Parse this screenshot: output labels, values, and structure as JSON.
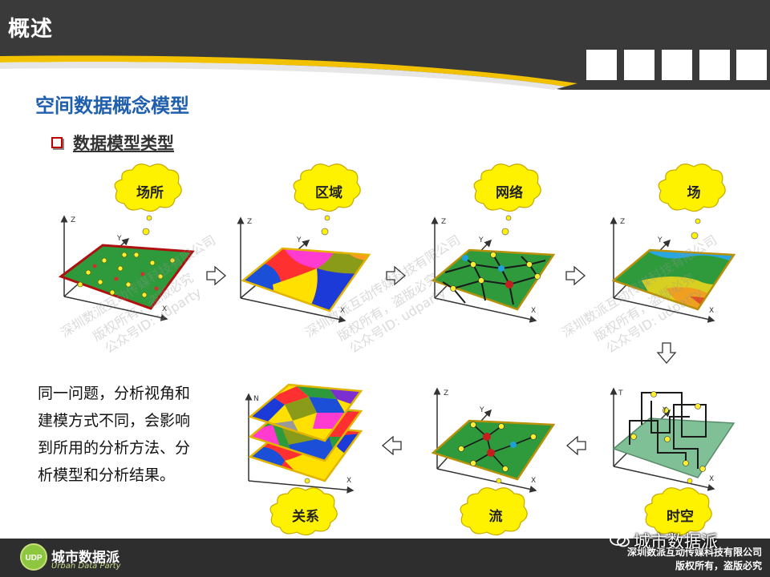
{
  "header": {
    "title": "概述"
  },
  "section": {
    "title": "空间数据概念模型",
    "subtitle": "数据模型类型"
  },
  "models": {
    "place": "场所",
    "region": "区域",
    "network": "网络",
    "field": "场",
    "spacetime": "时空",
    "flow": "流",
    "relation": "关系"
  },
  "axes": {
    "x": "X",
    "y": "Y",
    "z": "Z",
    "t": "T",
    "n": "N"
  },
  "paragraph": {
    "lines": [
      "同一问题，分析视角和",
      "建模方式不同，会影响",
      "到所用的分析方法、分",
      "析模型和分析结果。"
    ]
  },
  "watermark": {
    "line1": "深圳数派互动传媒科技有限公司",
    "line2": "版权所有，盗版必究",
    "line3": "公众号ID: udparty"
  },
  "footer": {
    "brand": "城市数据派",
    "brand_sub": "Urban Data Party",
    "logo_text": "UDP",
    "company": "深圳数派互动传媒科技有限公司",
    "rights": "版权所有，盗版必究",
    "wechat": "城市数据派"
  },
  "colors": {
    "accent_blue": "#1f5fae",
    "header_dark": "#3a3a3a",
    "header_yellow": "#f2c200",
    "cloud_yellow": "#fff200",
    "plane_green": "#2e9a3c"
  }
}
